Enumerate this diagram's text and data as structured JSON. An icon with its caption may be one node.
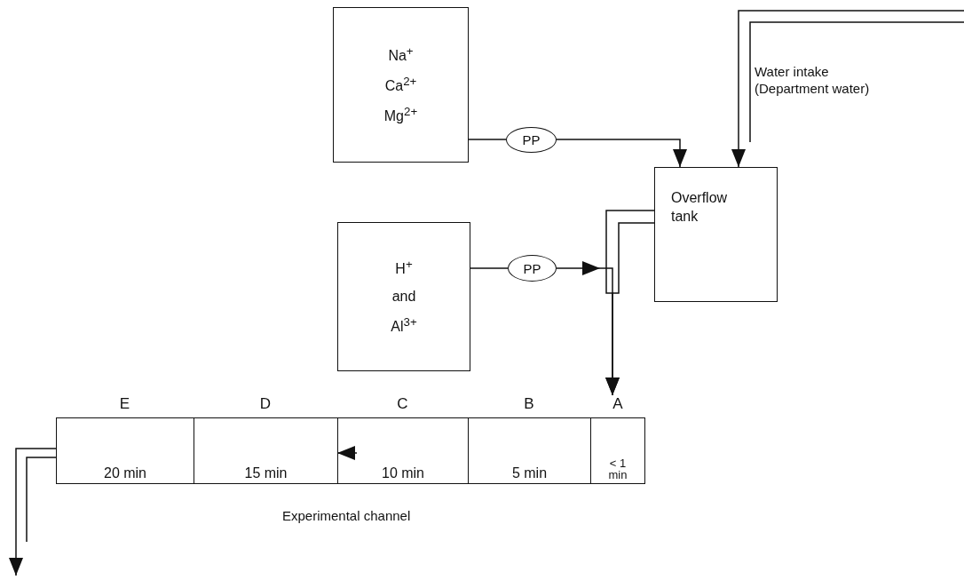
{
  "diagram": {
    "nodes": [
      {
        "text": [
          "Na$^{+}$ Ca$^{2+}$ Mg$^{2+}$"
        ]
      },
      {
        "text": [
          "PP"
        ]
      },
      {
        "text": [
          "H$^{+}$ and Al$^{3+}$"
        ]
      },
      {
        "text": [
          "PP"
        ]
      },
      {
        "text": [
          "Overflow tank"
        ]
      },
      {
        "text": [],
        "shape": "box"
      },
      {
        "text": [
          "E",
          "20 min"
        ],
        "in": 5
      },
      {
        "text": [
          "D",
          "15 min"
        ],
        "in": 5
      },
      {
        "text": [
          "C",
          "10 min"
        ],
        "in": 5
      },
      {
        "text": [
          "B",
          "5 min"
        ],
        "in": 5
      },
      {
        "text": [
          "A",
          "< 1 min"
        ],
        "in": 5
      }
    ],
    "edges": [
      {
        "from": 0,
        "to": 1,
        "arrow": "none"
      },
      {
        "from": 1,
        "to": 4,
        "arrow": "to"
      },
      {
        "from": null,
        "to": 4,
        "arrow": "to"
      },
      {
        "from": 2,
        "to": 3,
        "arrow": "none"
      },
      {
        "from": 3,
        "to": 10,
        "arrow": "to"
      },
      {
        "from": 4,
        "to": 10,
        "arrow": "to"
      },
      {
        "from": 8,
        "to": 7,
        "arrow": "to"
      },
      {
        "from": 6,
        "to": null,
        "arrow": "to"
      }
    ],
    "labels": [
      "Water intake (Department water)",
      "Experimental channel"
    ]
  }
}
